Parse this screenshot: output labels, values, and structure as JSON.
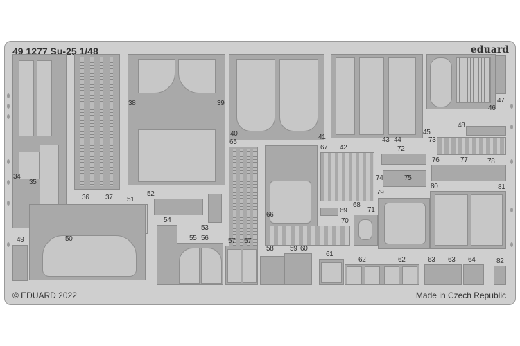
{
  "title": "49 1277  Su-25 1/48",
  "brand": "eduard",
  "copyright": "© EDUARD 2022",
  "origin": "Made in Czech Republic",
  "parts": [
    "34",
    "35",
    "36",
    "37",
    "38",
    "39",
    "40",
    "41",
    "42",
    "43",
    "44",
    "45",
    "46",
    "47",
    "48",
    "49",
    "50",
    "51",
    "52",
    "53",
    "54",
    "55",
    "56",
    "57",
    "57",
    "58",
    "59",
    "60",
    "61",
    "62",
    "62",
    "63",
    "63",
    "64",
    "65",
    "66",
    "67",
    "68",
    "69",
    "70",
    "71",
    "72",
    "73",
    "74",
    "75",
    "76",
    "77",
    "78",
    "79",
    "80",
    "81",
    "82"
  ]
}
